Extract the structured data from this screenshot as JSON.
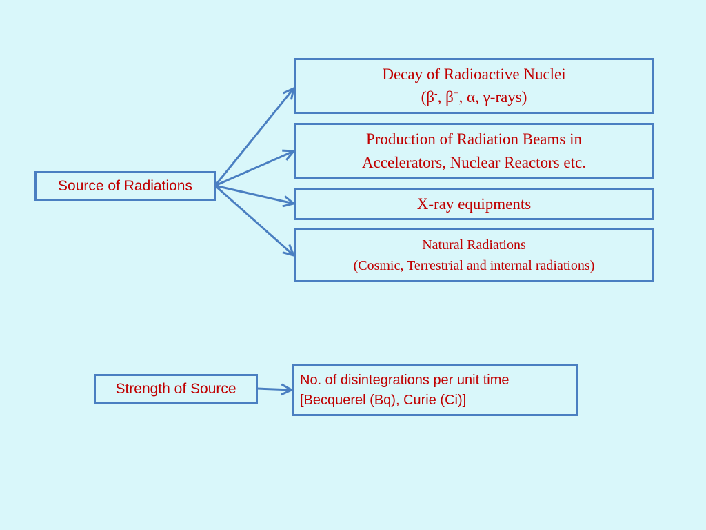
{
  "source_box": {
    "label": "Source of Radiations"
  },
  "decay_box": {
    "line1": "Decay of Radioactive Nuclei",
    "paren_open": "(",
    "beta": "β",
    "beta_minus_sup": "-",
    "sep1": ", ",
    "beta_plus_sup": "+",
    "sep2": ", ",
    "alpha": "α",
    "sep3": ", ",
    "gamma": "γ",
    "rays": "-rays)"
  },
  "production_box": {
    "line1": "Production of Radiation Beams in",
    "line2": "Accelerators, Nuclear Reactors etc."
  },
  "xray_box": {
    "label": "X-ray equipments"
  },
  "natural_box": {
    "line1": "Natural Radiations",
    "line2": "(Cosmic, Terrestrial and internal radiations)"
  },
  "strength_box": {
    "label": "Strength of Source"
  },
  "disintegration_box": {
    "line1": "No. of disintegrations per unit time",
    "line2": "[Becquerel (Bq), Curie (Ci)]"
  },
  "colors": {
    "background": "#d9f7fa",
    "border": "#4a7fc1",
    "text": "#c00000",
    "arrow": "#4a7fc1"
  }
}
